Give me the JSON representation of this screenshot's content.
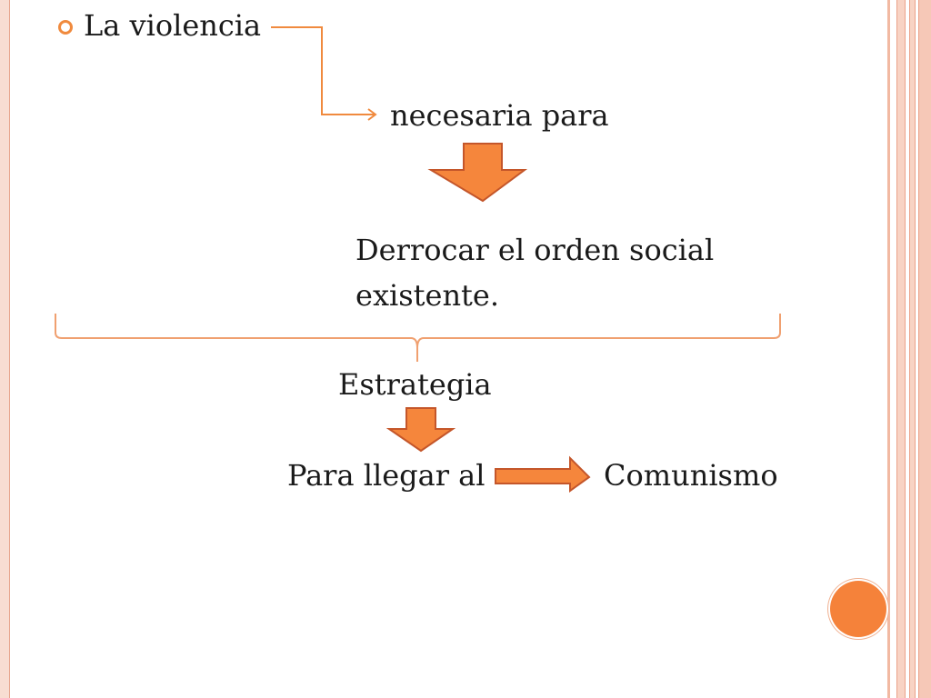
{
  "bullet_text": "La violencia",
  "step_necesaria": "necesaria para",
  "step_derrocar_line1": "Derrocar el orden social",
  "step_derrocar_line2": "existente.",
  "step_estrategia": "Estrategia",
  "step_para_llegar": "Para llegar al",
  "step_comunismo": "Comunismo",
  "colors": {
    "accent": "#f08a3e",
    "arrow_fill": "#f5863c",
    "arrow_stroke": "#c4562a",
    "frame": "#f8ddd2"
  }
}
